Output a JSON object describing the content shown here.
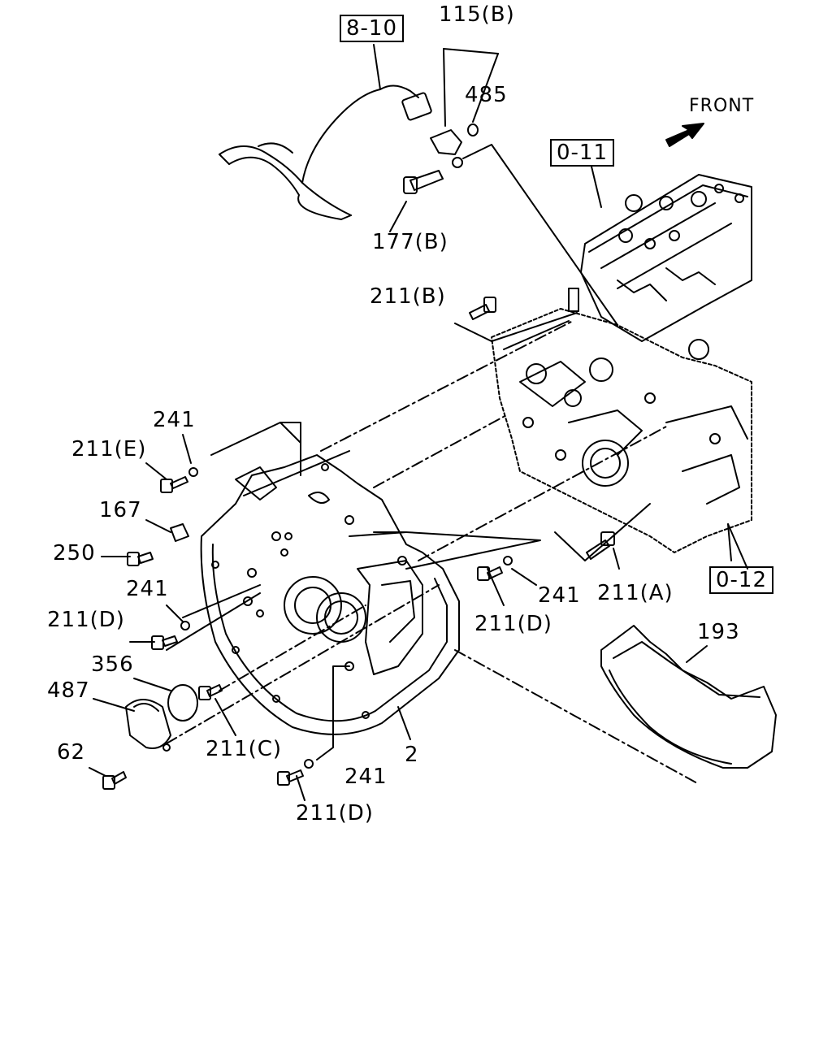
{
  "labels": {
    "ref_8_10": "8-10",
    "ref_0_11": "0-11",
    "ref_0_12": "0-12",
    "front": "FRONT",
    "p115b": "115(B)",
    "p485": "485",
    "p177b": "177(B)",
    "p211b": "211(B)",
    "p241_a": "241",
    "p211e": "211(E)",
    "p167": "167",
    "p250": "250",
    "p241_b": "241",
    "p211d_a": "211(D)",
    "p356": "356",
    "p487": "487",
    "p62": "62",
    "p211c": "211(C)",
    "p2": "2",
    "p241_c": "241",
    "p211d_b": "211(D)",
    "p241_d": "241",
    "p211d_c": "211(D)",
    "p211a": "211(A)",
    "p193": "193"
  }
}
